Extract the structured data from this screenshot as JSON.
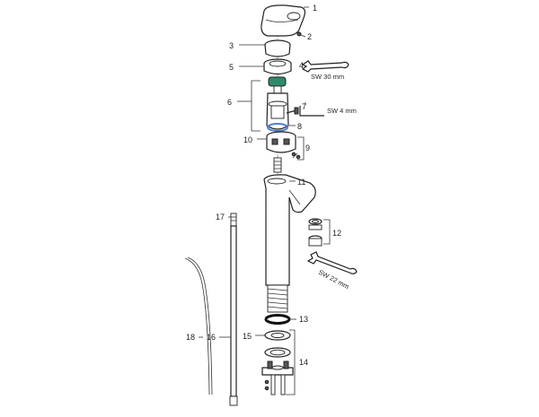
{
  "callouts": [
    {
      "id": "c1",
      "text": "1"
    },
    {
      "id": "c2",
      "text": "2"
    },
    {
      "id": "c3",
      "text": "3"
    },
    {
      "id": "c4",
      "text": "4"
    },
    {
      "id": "c5",
      "text": "5"
    },
    {
      "id": "c6",
      "text": "6"
    },
    {
      "id": "c7",
      "text": "7"
    },
    {
      "id": "c8",
      "text": "8"
    },
    {
      "id": "c9",
      "text": "9"
    },
    {
      "id": "c10",
      "text": "10"
    },
    {
      "id": "c11",
      "text": "11"
    },
    {
      "id": "c12",
      "text": "12"
    },
    {
      "id": "c13",
      "text": "13"
    },
    {
      "id": "c14",
      "text": "14"
    },
    {
      "id": "c15",
      "text": "15"
    },
    {
      "id": "c16",
      "text": "16"
    },
    {
      "id": "c17",
      "text": "17"
    },
    {
      "id": "c18",
      "text": "18"
    }
  ],
  "tools": {
    "wrench_30": "SW 30 mm",
    "hex_key_4": "SW 4 mm",
    "wrench_22": "SW 22 mm"
  },
  "colors": {
    "cartridge_cap": "#2f8a6b",
    "o_ring_blue": "#4a7fd0",
    "line": "#222222"
  }
}
